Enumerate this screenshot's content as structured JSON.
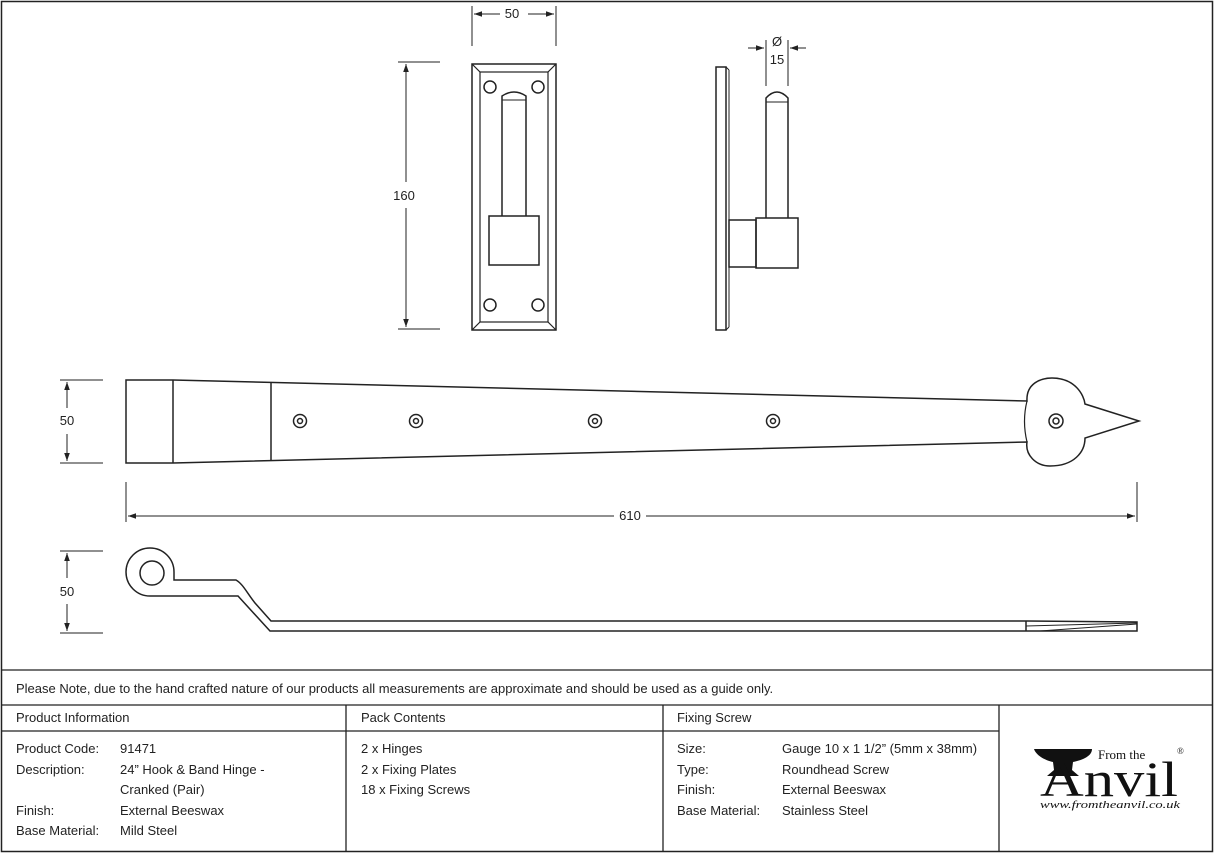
{
  "dimensions": {
    "plate_width": "50",
    "plate_height": "160",
    "pin_diameter_symbol": "Ø",
    "pin_diameter": "15",
    "strap_height": "50",
    "strap_length": "610",
    "side_height": "50"
  },
  "note": "Please Note, due to the hand crafted nature of our products all measurements are approximate and should be used as a guide only.",
  "product_info": {
    "header": "Product Information",
    "rows": [
      {
        "label": "Product Code:",
        "value": "91471"
      },
      {
        "label": "Description:",
        "value": "24” Hook & Band Hinge -"
      },
      {
        "label": "",
        "value": "Cranked (Pair)"
      },
      {
        "label": "Finish:",
        "value": "External Beeswax"
      },
      {
        "label": "Base Material:",
        "value": "Mild Steel"
      }
    ]
  },
  "pack_contents": {
    "header": "Pack Contents",
    "items": [
      "2 x Hinges",
      "2 x Fixing Plates",
      "18 x Fixing Screws"
    ]
  },
  "fixing_screw": {
    "header": "Fixing Screw",
    "rows": [
      {
        "label": "Size:",
        "value": "Gauge 10 x 1 1/2” (5mm x 38mm)"
      },
      {
        "label": "Type:",
        "value": "Roundhead Screw"
      },
      {
        "label": "Finish:",
        "value": "External Beeswax"
      },
      {
        "label": "Base Material:",
        "value": "Stainless Steel"
      }
    ]
  },
  "logo": {
    "from_the": "From the",
    "brand": "Anvil",
    "registered": "®",
    "url": "www.fromtheanvil.co.uk"
  }
}
